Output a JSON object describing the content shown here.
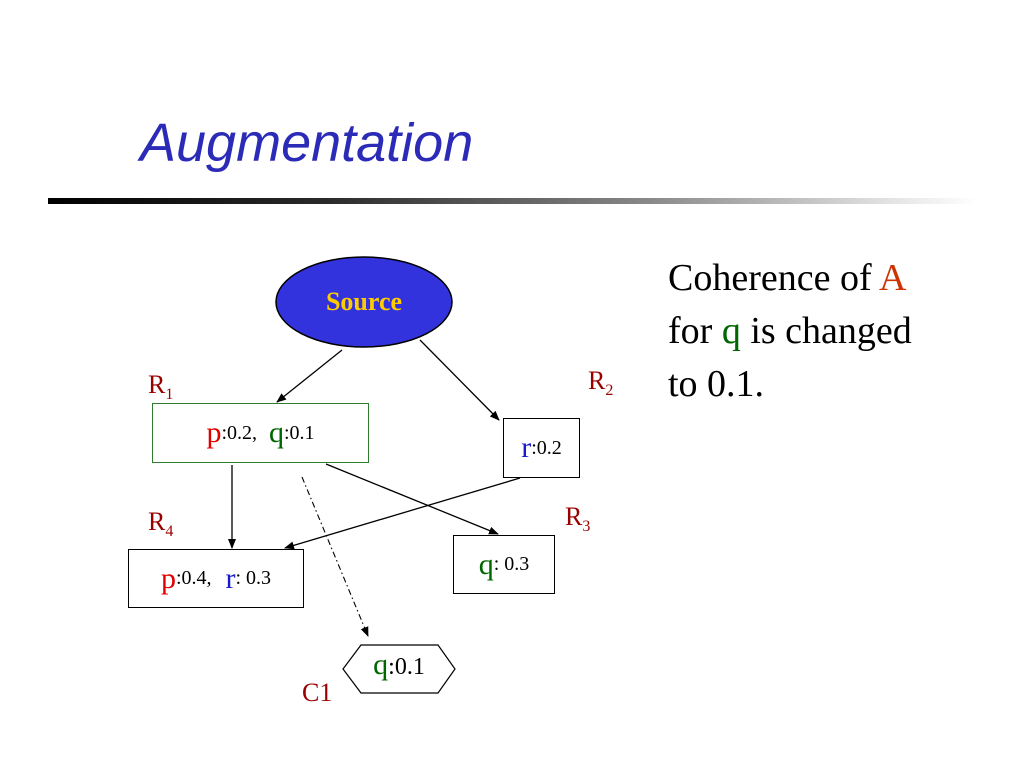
{
  "title": "Augmentation",
  "source": "Source",
  "nodes": {
    "r1": {
      "p": "p",
      "p_val": ":0.2,",
      "q": "q",
      "q_val": ":0.1"
    },
    "r2": {
      "r": "r",
      "r_val": ":0.2"
    },
    "r3": {
      "q": "q",
      "q_val": ": 0.3"
    },
    "r4": {
      "p": "p",
      "p_val": ":0.4,",
      "r": "r",
      "r_val": ": 0.3"
    },
    "c1": {
      "q": "q",
      "q_val": ":0.1"
    }
  },
  "labels": {
    "r1": {
      "letter": "R",
      "sub": "1"
    },
    "r2": {
      "letter": "R",
      "sub": "2"
    },
    "r3": {
      "letter": "R",
      "sub": "3"
    },
    "r4": {
      "letter": "R",
      "sub": "4"
    },
    "c1": "C1"
  },
  "note": {
    "part1": "Coherence of",
    "part2": "A",
    "part3": "for",
    "part4": "q",
    "part5": "is changed",
    "part6": "to 0.1."
  },
  "colors": {
    "title": "#2b2bb8",
    "source_fill": "#3333dd",
    "source_text": "#ffcc00",
    "p": "#e00000",
    "q": "#006600",
    "r": "#1a1acc",
    "r_labels": "#990000",
    "A": "#cc3300"
  }
}
